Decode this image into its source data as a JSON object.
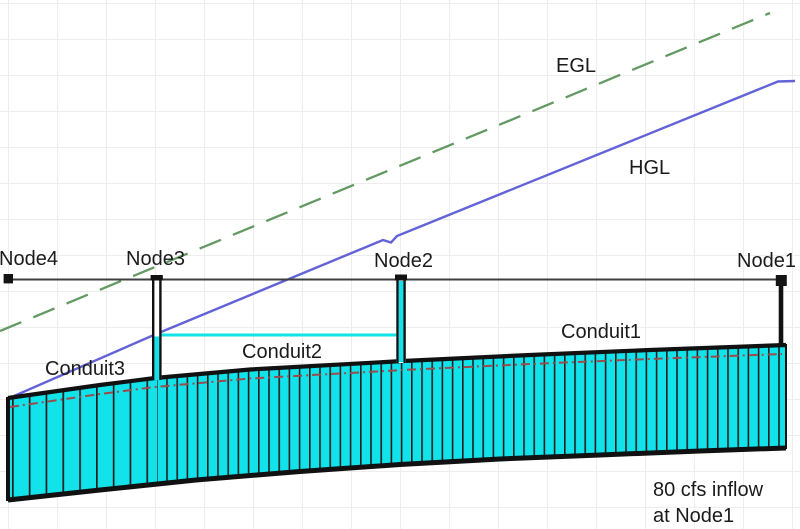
{
  "plot": {
    "egl_label": "EGL",
    "hgl_label": "HGL",
    "nodes": [
      {
        "label": "Node4"
      },
      {
        "label": "Node3"
      },
      {
        "label": "Node2"
      },
      {
        "label": "Node1"
      }
    ],
    "conduits": [
      {
        "label": "Conduit3"
      },
      {
        "label": "Conduit2"
      },
      {
        "label": "Conduit1"
      }
    ],
    "annotation_line1": "80 cfs inflow",
    "annotation_line2": "at Node1",
    "colors": {
      "water_fill": "#12e2ea",
      "hgl_line": "#6363d8",
      "egl_line": "#639a63",
      "crown_dashed_line": "#9c4b4b",
      "structure": "#141414",
      "ground_line": "#3f3f3f",
      "grid": "#ededed"
    }
  }
}
